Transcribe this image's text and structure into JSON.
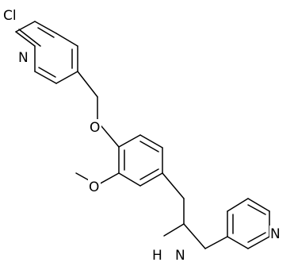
{
  "molecule": {
    "atoms": {
      "cl": "Cl",
      "n_chloropyridine": "N",
      "o_ether": "O",
      "o_methoxy": "O",
      "nh_amine": "H",
      "n_amine": "N",
      "n_pyridine": "N"
    }
  }
}
